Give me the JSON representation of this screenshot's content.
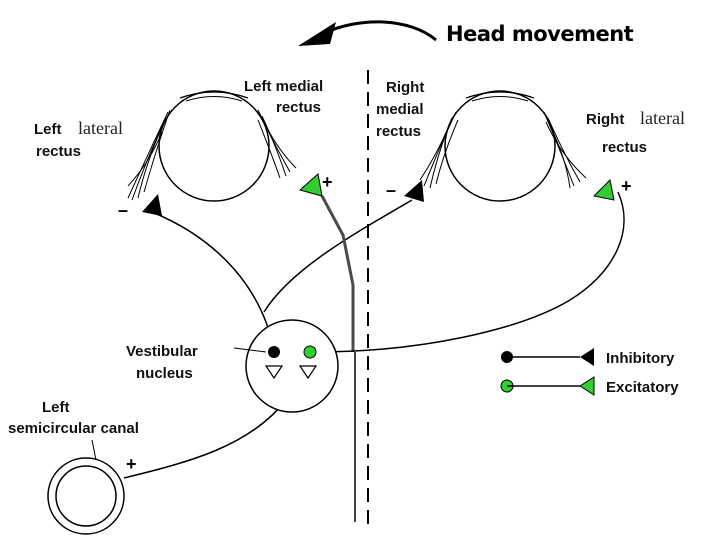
{
  "title": "Head movement",
  "labels": {
    "left_lateral_1": "Left",
    "left_lateral_2": "lateral",
    "left_lateral_3": "rectus",
    "left_medial_1": "Left medial",
    "left_medial_2": "rectus",
    "right_medial_1": "Right",
    "right_medial_2": "medial",
    "right_medial_3": "rectus",
    "right_lateral_1": "Right",
    "right_lateral_2": "lateral",
    "right_lateral_3": "rectus",
    "vestibular_1": "Vestibular",
    "vestibular_2": "nucleus",
    "canal_1": "Left",
    "canal_2": "semicircular canal"
  },
  "signs": {
    "minus": "–",
    "plus": "+"
  },
  "legend": {
    "inhibitory": "Inhibitory",
    "excitatory": "Excitatory"
  },
  "colors": {
    "excitatory": "#33cc33",
    "inhibitory": "#000000",
    "wire_gray": "#4a4a4a"
  }
}
